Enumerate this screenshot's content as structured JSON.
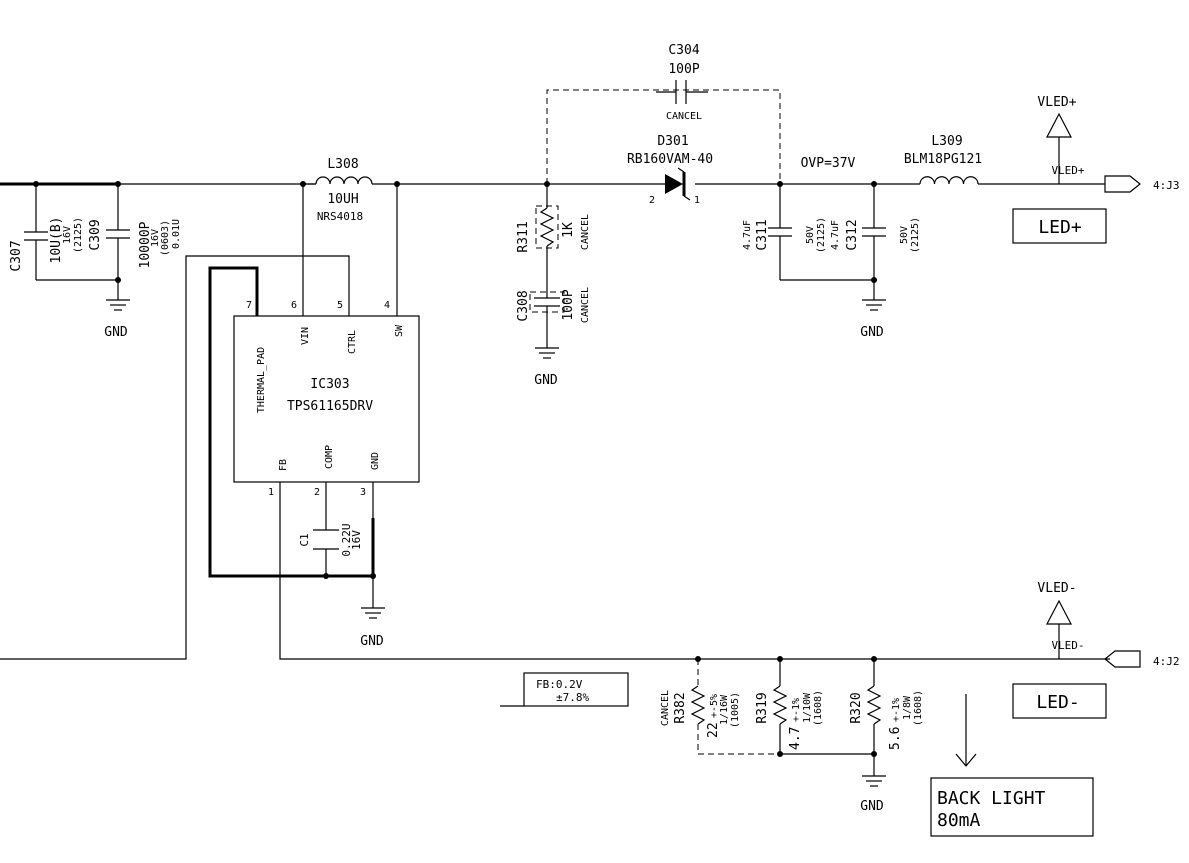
{
  "components": {
    "c307": {
      "ref": "C307",
      "value": "10U(B)",
      "rating": "16V",
      "package": "(2125)"
    },
    "c309": {
      "ref": "C309",
      "value": "10000P",
      "rating": "16V",
      "package": "(0603)",
      "alt": "0.01U"
    },
    "l308": {
      "ref": "L308",
      "value": "10UH",
      "part": "NRS4018"
    },
    "c304": {
      "ref": "C304",
      "value": "100P",
      "note": "CANCEL"
    },
    "d301": {
      "ref": "D301",
      "value": "RB160VAM-40",
      "pin_a": "2",
      "pin_k": "1"
    },
    "r311": {
      "ref": "R311",
      "value": "1K",
      "note": "CANCEL"
    },
    "c308": {
      "ref": "C308",
      "value": "100P",
      "note": "CANCEL"
    },
    "c311": {
      "ref": "C311",
      "value": "4.7uF",
      "rating": "50V",
      "package": "(2125)"
    },
    "c312": {
      "ref": "C312",
      "value": "4.7uF",
      "rating": "50V",
      "package": "(2125)"
    },
    "l309": {
      "ref": "L309",
      "value": "BLM18PG121"
    },
    "c1": {
      "ref": "C1",
      "value": "0.22U",
      "rating": "16V"
    },
    "r382": {
      "ref": "R382",
      "value": "22",
      "tol": "+-5%",
      "power": "1/16W",
      "package": "(1005)",
      "note": "CANCEL"
    },
    "r319": {
      "ref": "R319",
      "value": "4.7",
      "tol": "+-1%",
      "power": "1/10W",
      "package": "(1608)"
    },
    "r320": {
      "ref": "R320",
      "value": "5.6",
      "tol": "+-1%",
      "power": "1/8W",
      "package": "(1608)"
    }
  },
  "ic": {
    "ref": "IC303",
    "part": "TPS61165DRV",
    "pins": {
      "thermal": {
        "name": "THERMAL_PAD",
        "num": "7"
      },
      "vin": {
        "name": "VIN",
        "num": "6"
      },
      "ctrl": {
        "name": "CTRL",
        "num": "5"
      },
      "sw": {
        "name": "SW",
        "num": "4"
      },
      "fb": {
        "name": "FB",
        "num": "1"
      },
      "comp": {
        "name": "COMP",
        "num": "2"
      },
      "gnd": {
        "name": "GND",
        "num": "3"
      }
    }
  },
  "nets": {
    "gnd": "GND",
    "ovp": "OVP=37V",
    "vled_plus": "VLED+",
    "vled_minus": "VLED-",
    "j3": "4:J3",
    "j2": "4:J2"
  },
  "boxes": {
    "led_plus": "LED+",
    "led_minus": "LED-",
    "fb_line1": "FB:0.2V",
    "fb_line2": "±7.8%",
    "backlight_line1": "BACK LIGHT",
    "backlight_line2": "80mA"
  }
}
